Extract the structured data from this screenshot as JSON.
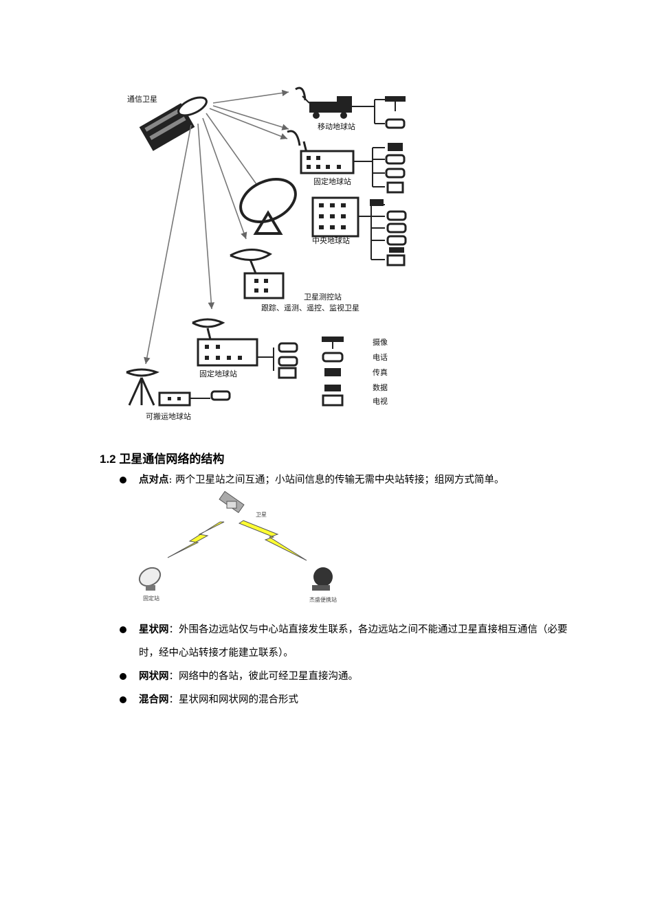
{
  "figure1": {
    "labels": {
      "satellite": "通信卫星",
      "mobile_station": "移动地球站",
      "fixed_station_top": "固定地球站",
      "central_station": "中央地球站",
      "tt_c_station": "卫星测控站",
      "tt_c_desc": "跟踪、遥测、遥控、监视卫星",
      "fixed_station_bottom": "固定地球站",
      "transportable_station": "可搬运地球站"
    },
    "legend": [
      {
        "icon": "camera-icon",
        "label": "摄像"
      },
      {
        "icon": "telephone-icon",
        "label": "电话"
      },
      {
        "icon": "fax-icon",
        "label": "传真"
      },
      {
        "icon": "data-terminal-icon",
        "label": "数据"
      },
      {
        "icon": "television-icon",
        "label": "电视"
      }
    ]
  },
  "section": {
    "heading": "1.2 卫星通信网络的结构",
    "items": [
      {
        "term": "点对点",
        "sep": ": ",
        "text": "两个卫星站之间互通；小站间信息的传输无需中央站转接；组网方式简单。"
      },
      {
        "term": "星状网",
        "sep": "：",
        "text": "外围各边远站仅与中心站直接发生联系，各边远站之间不能通过卫星直接相互通信（必要时，经中心站转接才能建立联系）。"
      },
      {
        "term": "网状网",
        "sep": "：",
        "text": "网络中的各站，彼此可经卫星直接沟通。"
      },
      {
        "term": "混合网",
        "sep": "：",
        "text": "星状网和网状网的混合形式"
      }
    ]
  },
  "figure2": {
    "labels": {
      "satellite": "卫星",
      "fixed_station": "固定站",
      "portable_station": "杰盛便携站"
    }
  }
}
